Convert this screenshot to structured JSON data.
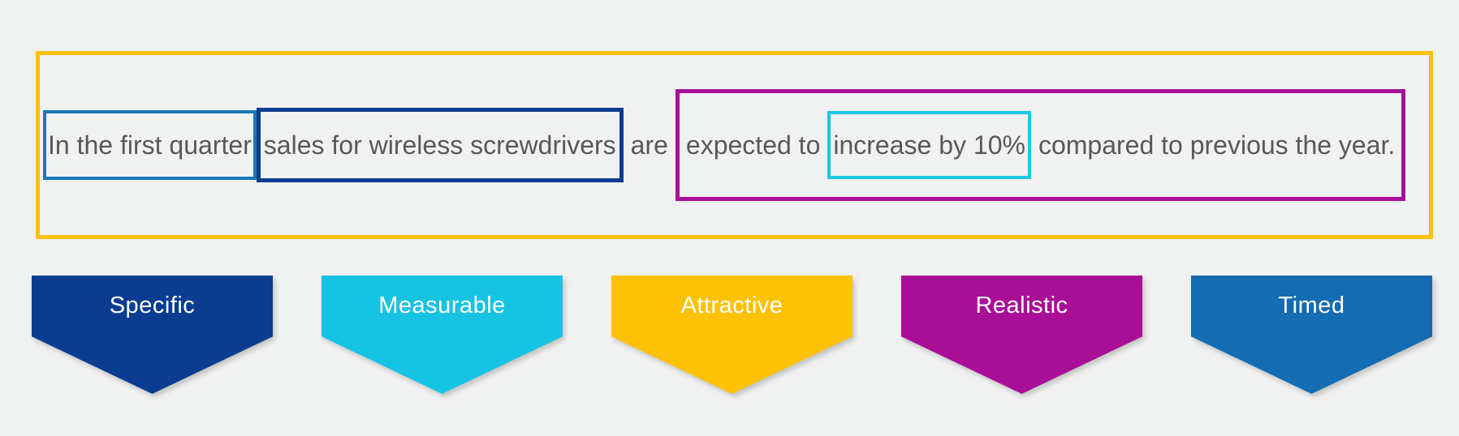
{
  "sentence": {
    "timed_segment": "In the first quarter",
    "specific_segment": "sales for wireless screwdrivers",
    "plain_segment": "are",
    "realistic_pre_segment": "expected to",
    "measurable_segment": "increase by 10%",
    "realistic_post_segment": "compared to previous the year."
  },
  "colors": {
    "background": "#f0f1f1",
    "sentence_text": "#58585a",
    "attractive_frame_border": "#fcc10a",
    "timed_box_border": "#1779b8",
    "specific_box_border": "#0a3d90",
    "realistic_box_border": "#a6109a",
    "measurable_box_border": "#20c4e8"
  },
  "banners": [
    {
      "label": "Specific",
      "color": "#0a3d90"
    },
    {
      "label": "Measurable",
      "color": "#17c3e3"
    },
    {
      "label": "Attractive",
      "color": "#fdc106"
    },
    {
      "label": "Realistic",
      "color": "#a90f96"
    },
    {
      "label": "Timed",
      "color": "#146cb2"
    }
  ]
}
